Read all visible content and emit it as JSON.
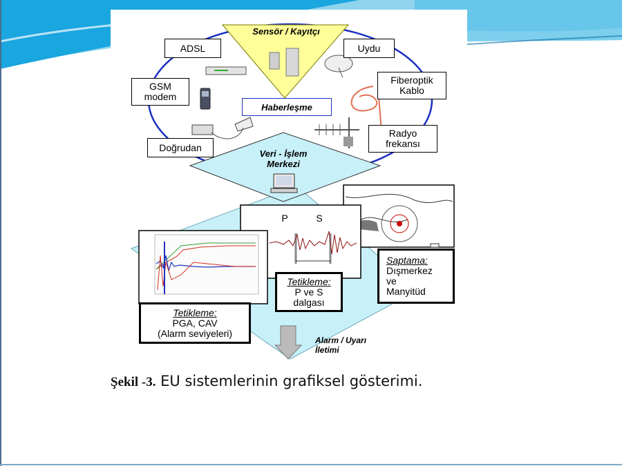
{
  "diagram": {
    "sensor_title": "Sensör / Kayıtçı",
    "communication_label": "Haberleşme",
    "data_center_title": [
      "Veri - İşlem",
      "Merkezi"
    ],
    "alarm_label": [
      "Alarm / Uyarı",
      "İletimi"
    ],
    "channels": {
      "adsl": "ADSL",
      "uydu": "Uydu",
      "gsm": [
        "GSM",
        "modem"
      ],
      "fiber": [
        "Fiberoptik",
        "Kablo"
      ],
      "dogrudan": "Doğrudan",
      "radyo": [
        "Radyo",
        "frekansı"
      ]
    },
    "triggers": {
      "pga": {
        "title": "Tetikleme:",
        "lines": [
          "PGA, CAV",
          "(Alarm seviyeleri)"
        ]
      },
      "ps": {
        "title": "Tetikleme:",
        "lines": [
          "P ve S",
          "dalgası"
        ]
      },
      "saptama": {
        "title": "Saptama:",
        "lines": [
          "Dışmerkez",
          "ve",
          "Manyitüd"
        ]
      }
    },
    "seismogram_labels": {
      "p": "P",
      "s": "S"
    }
  },
  "caption": {
    "bold": "Şekil -3.",
    "text": " EU sistemlerinin grafiksel gösterimi."
  },
  "colors": {
    "accent_blue": "#1f9bd6",
    "panel_cyan": "#c8f0f8",
    "ring_blue": "#1a2fbf",
    "triangle_yellow": "#ffff99"
  }
}
